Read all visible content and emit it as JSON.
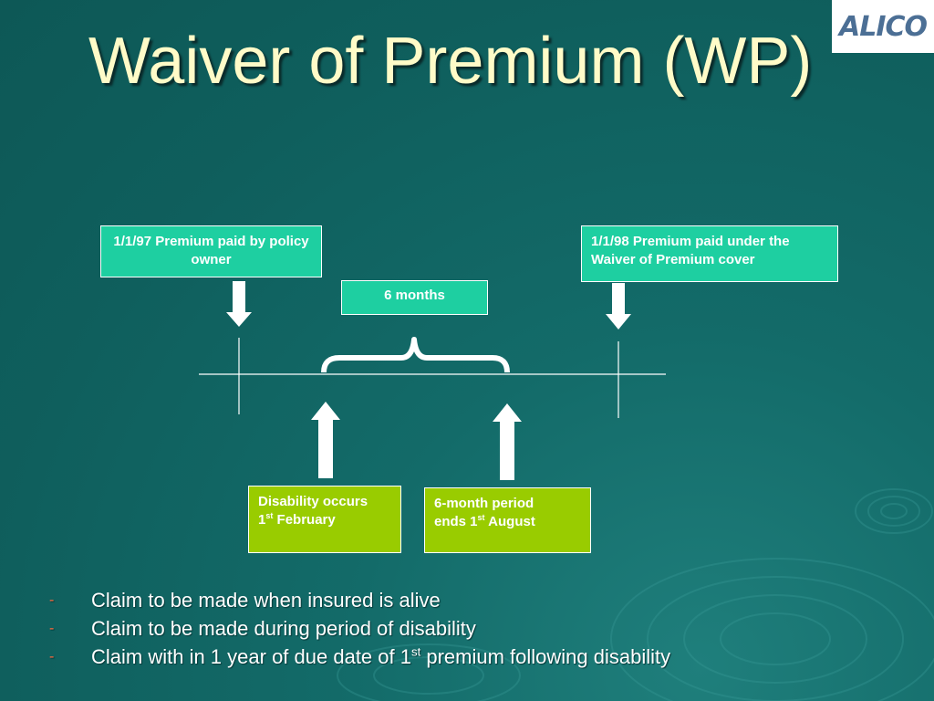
{
  "title": "Waiver of Premium (WP)",
  "logo": {
    "text": "ALICO"
  },
  "boxes": {
    "start": {
      "text": "1/1/97 Premium paid by policy owner"
    },
    "end": {
      "line1": "1/1/98 Premium paid under the",
      "line2": "Waiver of Premium cover"
    },
    "period": {
      "text": "6 months"
    },
    "disability": {
      "line1": "Disability occurs",
      "line2_pre": "1",
      "line2_sup": "st",
      "line2_post": " February"
    },
    "period_end": {
      "line1": "6-month period",
      "line2_pre": "ends 1",
      "line2_sup": "st",
      "line2_post": " August"
    }
  },
  "bullets": {
    "marker": "-",
    "items": [
      {
        "text": "Claim to be made when insured is alive"
      },
      {
        "text": "Claim to be made during period of disability"
      },
      {
        "pre": "Claim with in 1 year of due date of 1",
        "sup": "st",
        "post": " premium following disability"
      }
    ]
  },
  "colors": {
    "background": "#136b69",
    "title": "#fffbc8",
    "teal_box": "#1ecfa1",
    "green_box": "#99cc00",
    "bullet_marker": "#ff6a3d",
    "logo": "#4c6f95"
  }
}
